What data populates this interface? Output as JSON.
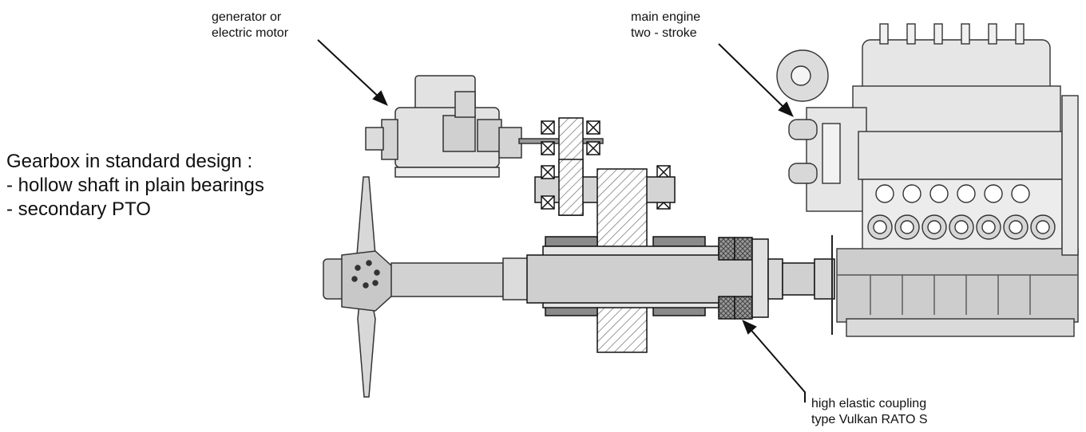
{
  "labels": {
    "generator": [
      "generator or",
      "electric motor"
    ],
    "engine": [
      "main engine",
      "two - stroke"
    ],
    "coupling": [
      "high elastic coupling",
      "type Vulkan RATO S"
    ],
    "gearbox": [
      "Gearbox in standard design :",
      "- hollow shaft in plain bearings",
      "- secondary PTO"
    ]
  },
  "colors": {
    "line": "#111111",
    "machine_fill": "#e4e4e4",
    "shaft_fill": "#cfcfcf",
    "bearing_fill": "#8a8a8a",
    "hatch": "#666666"
  }
}
